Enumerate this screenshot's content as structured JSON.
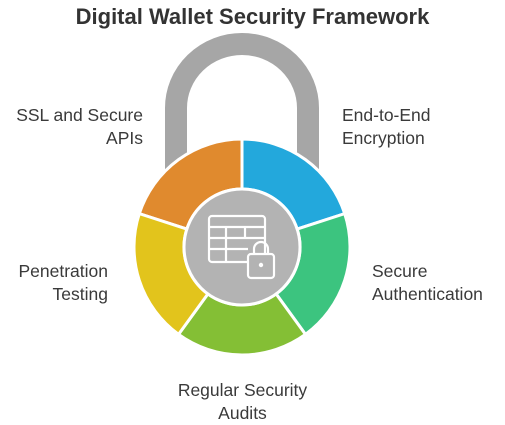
{
  "title": "Digital Wallet Security Framework",
  "segments": [
    {
      "key": "ssl",
      "lines": [
        "SSL and Secure",
        "APIs"
      ],
      "color": "#e08a2e"
    },
    {
      "key": "encryption",
      "lines": [
        "End-to-End",
        "Encryption"
      ],
      "color": "#23a8dc"
    },
    {
      "key": "authentication",
      "lines": [
        "Secure",
        "Authentication"
      ],
      "color": "#3cc47f"
    },
    {
      "key": "audits",
      "lines": [
        "Regular Security",
        "Audits"
      ],
      "color": "#84bf35"
    },
    {
      "key": "testing",
      "lines": [
        "Penetration",
        "Testing"
      ],
      "color": "#e2c41c"
    }
  ],
  "center_icon": "table-lock-icon",
  "shackle_color": "#a6a6a6",
  "hub_color": "#b3b3b3"
}
